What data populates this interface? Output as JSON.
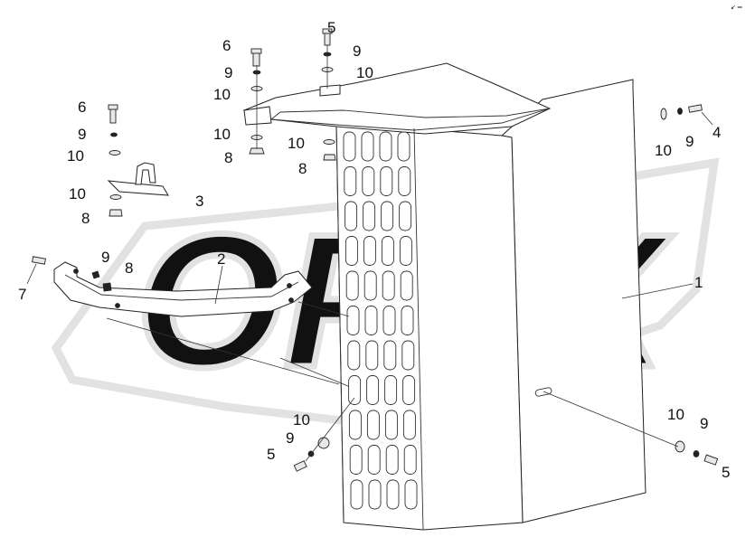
{
  "watermark": {
    "text": "OPEX"
  },
  "corner_mark": "↙ ═",
  "parts": {
    "hood": "1",
    "bracket_2": "2",
    "bracket_3": "3",
    "fastener_4": "4",
    "fastener_5": "5",
    "fastener_6": "6",
    "fastener_7": "7",
    "nut_8": "8",
    "washer_9": "9",
    "washer_10": "10"
  },
  "colors": {
    "line": "#222222",
    "watermark": "#e2e2e2",
    "background": "#ffffff"
  }
}
